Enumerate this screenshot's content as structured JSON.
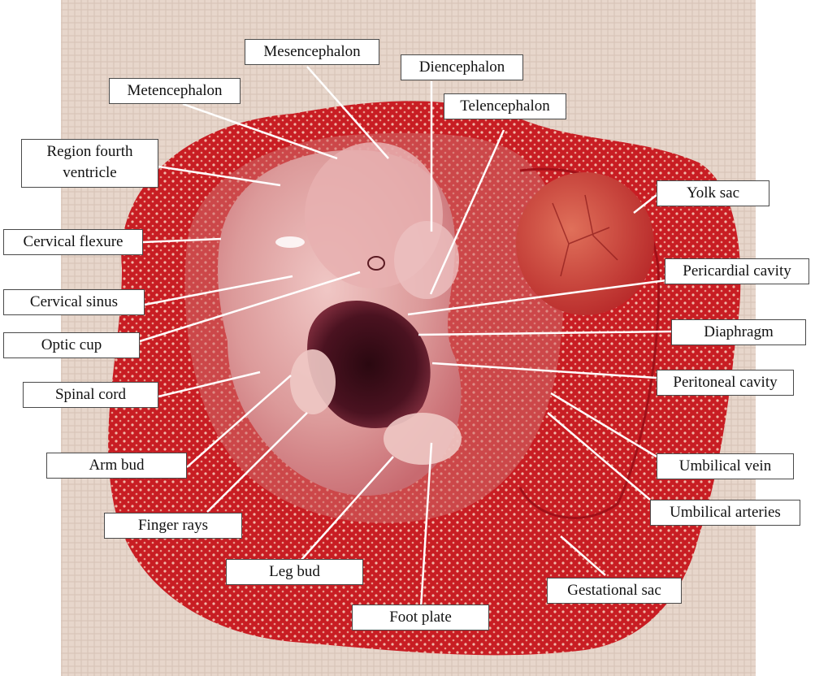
{
  "labels": {
    "mesencephalon": "Mesencephalon",
    "diencephalon": "Diencephalon",
    "metencephalon": "Metencephalon",
    "telencephalon": "Telencephalon",
    "region_fourth_ventricle": "Region fourth ventricle",
    "yolk_sac": "Yolk sac",
    "cervical_flexure": "Cervical flexure",
    "pericardial_cavity": "Pericardial cavity",
    "cervical_sinus": "Cervical sinus",
    "diaphragm": "Diaphragm",
    "optic_cup": "Optic cup",
    "peritoneal_cavity": "Peritoneal cavity",
    "spinal_cord": "Spinal cord",
    "umbilical_vein": "Umbilical vein",
    "arm_bud": "Arm bud",
    "umbilical_arteries": "Umbilical arteries",
    "finger_rays": "Finger rays",
    "leg_bud": "Leg bud",
    "gestational_sac": "Gestational sac",
    "foot_plate": "Foot plate"
  },
  "colors": {
    "background_mat": "#e7d6cb",
    "gestational_sac": "#c81d23",
    "embryo_tissue": "#e3a9a8",
    "liver_dark": "#3a0d18",
    "yolk_sac": "#d3423a",
    "leader_line": "#ffffff"
  }
}
